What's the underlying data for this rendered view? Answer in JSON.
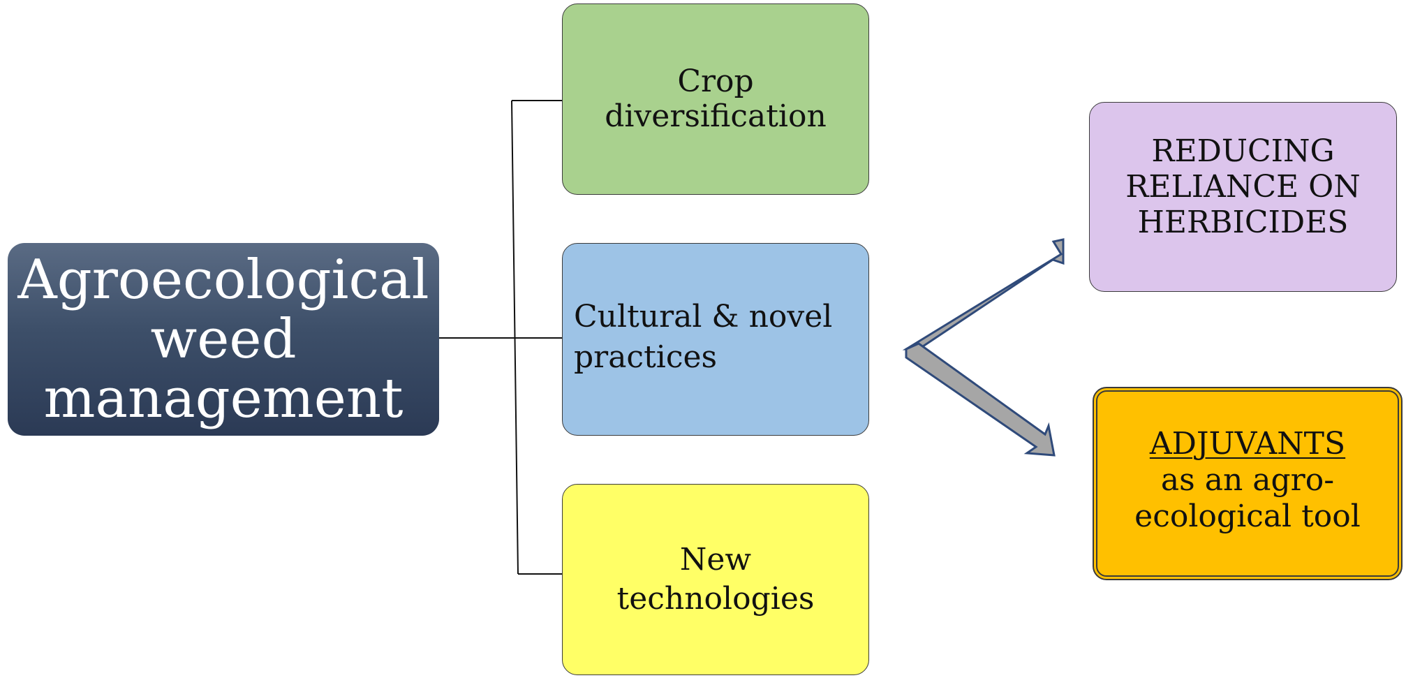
{
  "main_node": {
    "line1": "Agroecological",
    "line2": "weed",
    "line3": "management",
    "color_top": "#5a6b84",
    "color_bottom": "#2b3a55"
  },
  "branches": [
    {
      "line1": "Crop",
      "line2": "diversification",
      "color": "#a9d18e"
    },
    {
      "line1": "Cultural & novel",
      "line2": "practices",
      "color": "#9dc3e6"
    },
    {
      "line1": "New",
      "line2": "technologies",
      "color": "#ffff66"
    }
  ],
  "outcomes": [
    {
      "line1": "REDUCING",
      "line2": "RELIANCE ON",
      "line3": "HERBICIDES",
      "color": "#dcc5ec"
    },
    {
      "heading": "ADJUVANTS",
      "line2": "as an agro-",
      "line3": "ecological tool",
      "color": "#ffc000"
    }
  ],
  "arrow_color": "#a6a6a6",
  "arrow_outline": "#2f4a7a"
}
